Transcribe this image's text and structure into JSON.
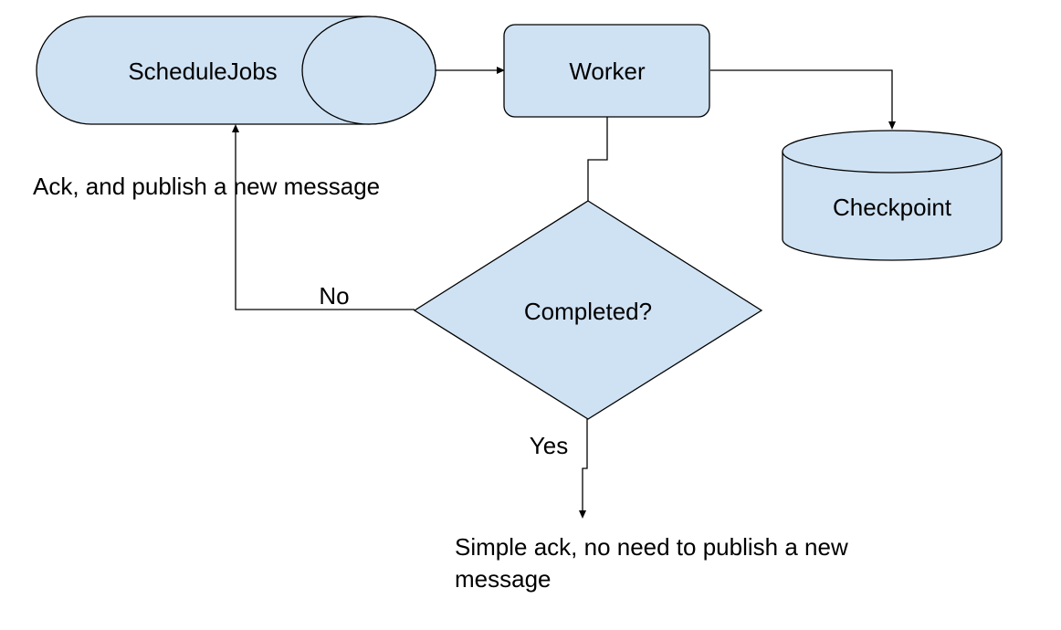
{
  "nodes": {
    "schedule_jobs": "ScheduleJobs",
    "worker": "Worker",
    "checkpoint": "Checkpoint",
    "completed": "Completed?"
  },
  "edge_labels": {
    "no": "No",
    "yes": "Yes"
  },
  "notes": {
    "ack_publish": "Ack, and publish a new message",
    "simple_ack_line1": "Simple ack, no need to publish a new",
    "simple_ack_line2": "message"
  },
  "colors": {
    "shape_fill": "#cfe2f3",
    "stroke": "#000000"
  }
}
